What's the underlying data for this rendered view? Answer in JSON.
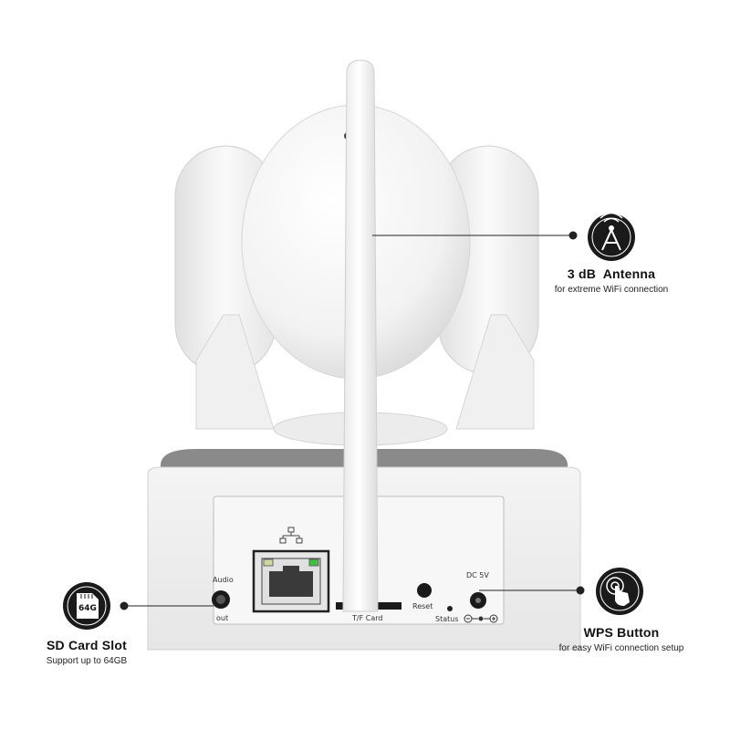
{
  "callouts": {
    "antenna": {
      "title": "3 dB  Antenna",
      "subtitle": "for extreme WiFi connection",
      "icon": "antenna-icon"
    },
    "sd_card": {
      "title": "SD Card Slot",
      "subtitle": "Support up to 64GB",
      "icon": "sd-card-icon",
      "icon_text": "64G"
    },
    "wps": {
      "title": "WPS Button",
      "subtitle": "for easy WiFi connection setup",
      "icon": "touch-icon"
    }
  },
  "ports": {
    "audio_top": "Audio",
    "audio_bottom": "out",
    "tf_card": "T/F Card",
    "reset": "Reset",
    "dc": "DC 5V",
    "status": "Status"
  },
  "colors": {
    "icon_bg": "#1a1a1a",
    "body": "#f7f7f7",
    "ring": "#8a8a8a",
    "lan_led": "#3fbf3f"
  }
}
